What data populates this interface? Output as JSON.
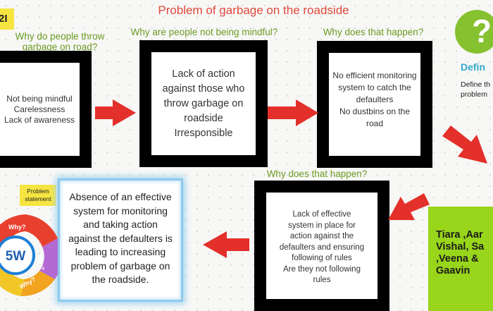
{
  "title": "Problem of garbage on the roadside",
  "badge": "2I",
  "questions": {
    "q1": [
      "Why do people throw",
      "garbage on road?"
    ],
    "q2": "Why are people not being mindful?",
    "q3": "Why does that happen?",
    "q4": "Why does that happen?"
  },
  "boxes": {
    "b1": [
      "Not being mindful",
      "Carelessness",
      "Lack of awareness"
    ],
    "b2": [
      "Lack of action",
      "against those who",
      "throw garbage on",
      "roadside",
      "Irresponsible"
    ],
    "b3": [
      "No efficient monitoring",
      "system to catch the",
      "defaulters",
      "No dustbins on the",
      "road"
    ],
    "b4": [
      "Lack of effective",
      "system in place for",
      "action against the",
      "defaulters and ensuring",
      "following of rules",
      "Are they not following",
      "rules"
    ]
  },
  "problem_statement": {
    "label": [
      "Problem",
      "statement"
    ],
    "text": [
      "Absence of an effective",
      "system for monitoring",
      "and taking action",
      "against the defaulters is",
      "leading to increasing",
      "problem of garbage on",
      "the roadside."
    ]
  },
  "team": [
    "Tiara ,Aar",
    "Vishal, Sa",
    ",Veena &",
    "Gaavin"
  ],
  "define": {
    "symbol": "?",
    "word": "Defin",
    "text": [
      "Define th",
      "problem"
    ]
  },
  "fivew": {
    "center": "5W",
    "labels": [
      "Why?",
      "Why?",
      "Why?"
    ]
  },
  "colors": {
    "title": "#e0493a",
    "question": "#6b9b22",
    "arrow": "#e3302a",
    "badge": "#f6e441",
    "team_bg": "#98d51b",
    "define_circle": "#86c12f"
  }
}
